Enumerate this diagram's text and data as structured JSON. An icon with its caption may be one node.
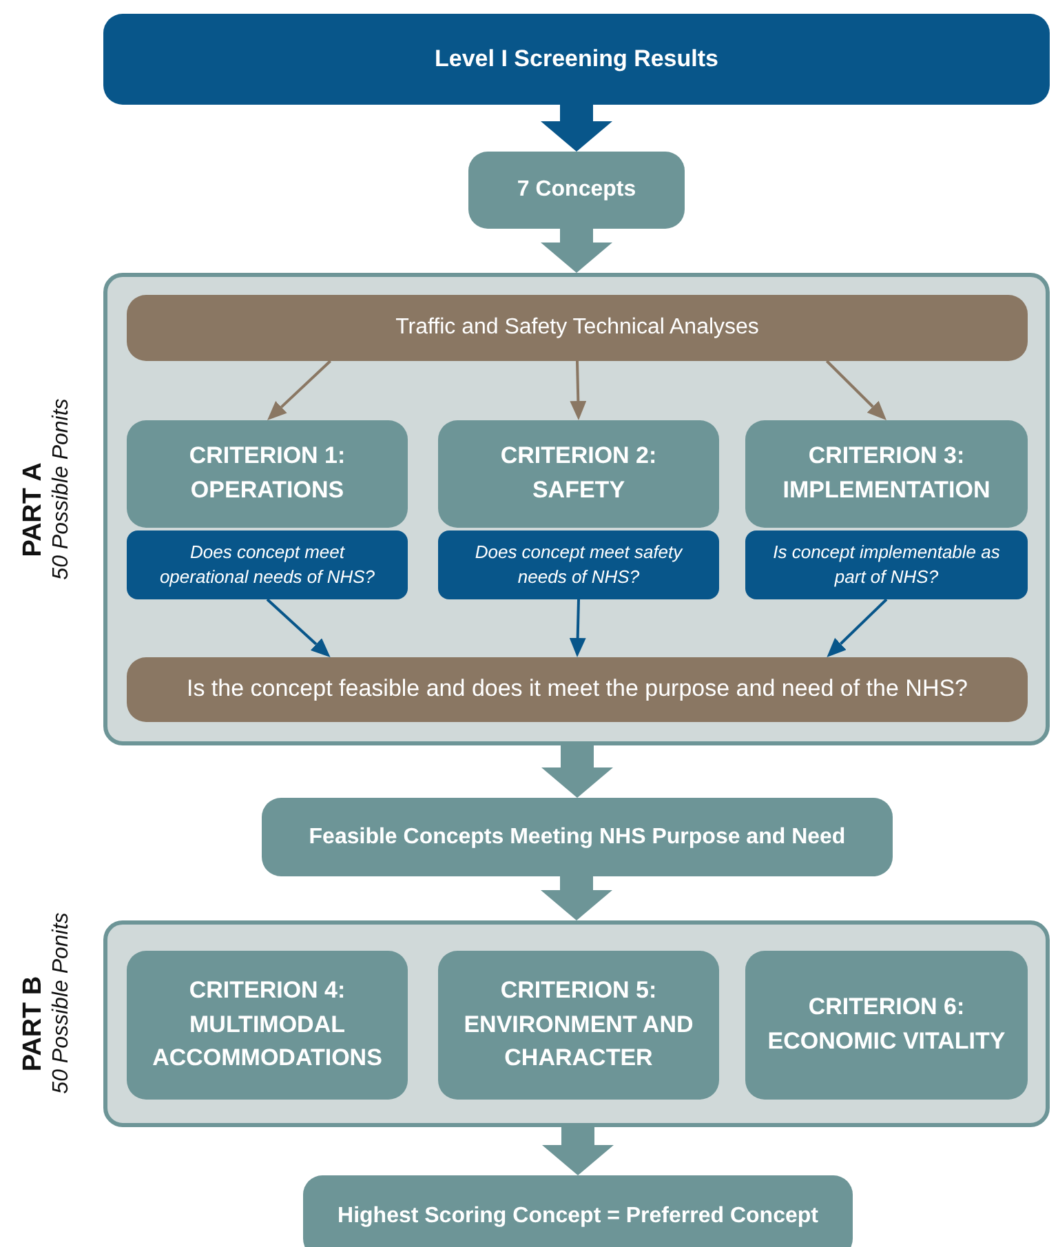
{
  "diagram": {
    "nodes": [
      {
        "text": [
          "Level I Screening Results"
        ]
      },
      {
        "text": [
          "7 Concepts"
        ]
      },
      {
        "text": [],
        "shape": "box",
        "beside": [
          "PART A",
          "50 Possible Ponits"
        ]
      },
      {
        "text": [
          "Traffic and Safety Technical Analyses"
        ],
        "in": 2
      },
      {
        "text": [
          "CRITERION 1: OPERATIONS"
        ],
        "in": 2
      },
      {
        "text": [
          "Does concept meet operational needs of NHS?"
        ],
        "in": 2
      },
      {
        "text": [
          "CRITERION 2: SAFETY"
        ],
        "in": 2
      },
      {
        "text": [
          "Does concept meet safety needs of NHS?"
        ],
        "in": 2
      },
      {
        "text": [
          "CRITERION 3: IMPLEMENTATION"
        ],
        "in": 2
      },
      {
        "text": [
          "Is concept implementable as part of NHS?"
        ],
        "in": 2
      },
      {
        "text": [
          "Is the concept feasible and does it meet the purpose and need of the NHS?"
        ],
        "in": 2
      },
      {
        "text": [
          "Feasible Concepts Meeting NHS Purpose and Need"
        ]
      },
      {
        "text": [],
        "shape": "box",
        "beside": [
          "PART B",
          "50 Possible Ponits"
        ]
      },
      {
        "text": [
          "CRITERION 4: MULTIMODAL ACCOMMODATIONS"
        ],
        "in": 12
      },
      {
        "text": [
          "CRITERION 5: ENVIRONMENT AND CHARACTER"
        ],
        "in": 12
      },
      {
        "text": [
          "CRITERION 6: ECONOMIC VITALITY"
        ],
        "in": 12
      },
      {
        "text": [
          "Highest Scoring Concept = Preferred Concept"
        ]
      }
    ],
    "edges": [
      {
        "from": 0,
        "to": 1,
        "arrow": "to",
        "style": "thick",
        "color": "#08568a"
      },
      {
        "from": 1,
        "to": 2,
        "arrow": "to",
        "style": "thick",
        "color": "#6d9597"
      },
      {
        "from": 3,
        "to": 4,
        "arrow": "to",
        "color": "#8a7763"
      },
      {
        "from": 3,
        "to": 6,
        "arrow": "to",
        "color": "#8a7763"
      },
      {
        "from": 3,
        "to": 8,
        "arrow": "to",
        "color": "#8a7763"
      },
      {
        "from": 5,
        "to": 10,
        "arrow": "to",
        "color": "#08568a"
      },
      {
        "from": 7,
        "to": 10,
        "arrow": "to",
        "color": "#08568a"
      },
      {
        "from": 9,
        "to": 10,
        "arrow": "to",
        "color": "#08568a"
      },
      {
        "from": 2,
        "to": 11,
        "arrow": "to",
        "style": "thick",
        "color": "#6d9597"
      },
      {
        "from": 11,
        "to": 12,
        "arrow": "to",
        "style": "thick",
        "color": "#6d9597"
      },
      {
        "from": 12,
        "to": 16,
        "arrow": "to",
        "style": "thick",
        "color": "#6d9597"
      }
    ]
  }
}
